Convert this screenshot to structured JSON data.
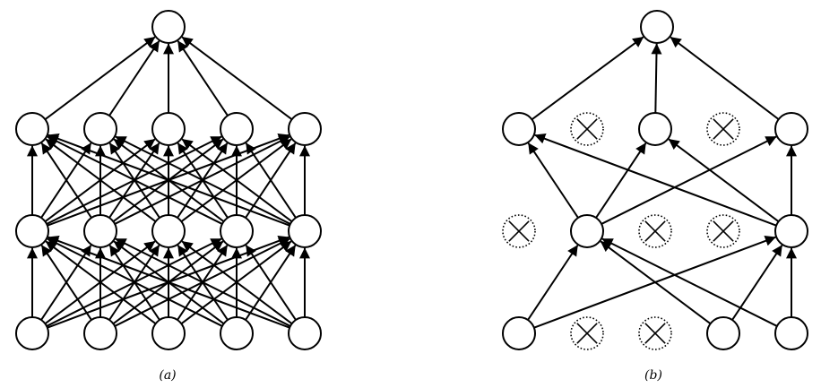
{
  "panels": [
    {
      "caption": "(a)",
      "layers": [
        {
          "nodes": [
            "on",
            "on",
            "on",
            "on",
            "on"
          ]
        },
        {
          "nodes": [
            "on",
            "on",
            "on",
            "on",
            "on"
          ]
        },
        {
          "nodes": [
            "on",
            "on",
            "on",
            "on",
            "on"
          ]
        },
        {
          "nodes": [
            "on"
          ]
        }
      ],
      "connections": [
        {
          "from_layer": 0,
          "to_layer": 1,
          "pairs": [
            [
              0,
              0
            ],
            [
              0,
              1
            ],
            [
              0,
              2
            ],
            [
              0,
              3
            ],
            [
              0,
              4
            ],
            [
              1,
              0
            ],
            [
              1,
              1
            ],
            [
              1,
              2
            ],
            [
              1,
              3
            ],
            [
              1,
              4
            ],
            [
              2,
              0
            ],
            [
              2,
              1
            ],
            [
              2,
              2
            ],
            [
              2,
              3
            ],
            [
              2,
              4
            ],
            [
              3,
              0
            ],
            [
              3,
              1
            ],
            [
              3,
              2
            ],
            [
              3,
              3
            ],
            [
              3,
              4
            ],
            [
              4,
              0
            ],
            [
              4,
              1
            ],
            [
              4,
              2
            ],
            [
              4,
              3
            ],
            [
              4,
              4
            ]
          ]
        },
        {
          "from_layer": 1,
          "to_layer": 2,
          "pairs": [
            [
              0,
              0
            ],
            [
              0,
              1
            ],
            [
              0,
              2
            ],
            [
              0,
              3
            ],
            [
              0,
              4
            ],
            [
              1,
              0
            ],
            [
              1,
              1
            ],
            [
              1,
              2
            ],
            [
              1,
              3
            ],
            [
              1,
              4
            ],
            [
              2,
              0
            ],
            [
              2,
              1
            ],
            [
              2,
              2
            ],
            [
              2,
              3
            ],
            [
              2,
              4
            ],
            [
              3,
              0
            ],
            [
              3,
              1
            ],
            [
              3,
              2
            ],
            [
              3,
              3
            ],
            [
              3,
              4
            ],
            [
              4,
              0
            ],
            [
              4,
              1
            ],
            [
              4,
              2
            ],
            [
              4,
              3
            ],
            [
              4,
              4
            ]
          ]
        },
        {
          "from_layer": 2,
          "to_layer": 3,
          "pairs": [
            [
              0,
              0
            ],
            [
              1,
              0
            ],
            [
              2,
              0
            ],
            [
              3,
              0
            ],
            [
              4,
              0
            ]
          ]
        }
      ]
    },
    {
      "caption": "(b)",
      "layers": [
        {
          "nodes": [
            "on",
            "dropped",
            "dropped",
            "on",
            "on"
          ]
        },
        {
          "nodes": [
            "dropped",
            "on",
            "dropped",
            "dropped",
            "on"
          ]
        },
        {
          "nodes": [
            "on",
            "dropped",
            "on",
            "dropped",
            "on"
          ]
        },
        {
          "nodes": [
            "on"
          ]
        }
      ],
      "connections": [
        {
          "from_layer": 0,
          "to_layer": 1,
          "pairs": [
            [
              0,
              1
            ],
            [
              0,
              4
            ],
            [
              3,
              1
            ],
            [
              3,
              4
            ],
            [
              4,
              1
            ],
            [
              4,
              4
            ]
          ]
        },
        {
          "from_layer": 1,
          "to_layer": 2,
          "pairs": [
            [
              1,
              0
            ],
            [
              1,
              2
            ],
            [
              1,
              4
            ],
            [
              4,
              0
            ],
            [
              4,
              2
            ],
            [
              4,
              4
            ]
          ]
        },
        {
          "from_layer": 2,
          "to_layer": 3,
          "pairs": [
            [
              0,
              0
            ],
            [
              2,
              0
            ],
            [
              4,
              0
            ]
          ]
        }
      ]
    }
  ]
}
